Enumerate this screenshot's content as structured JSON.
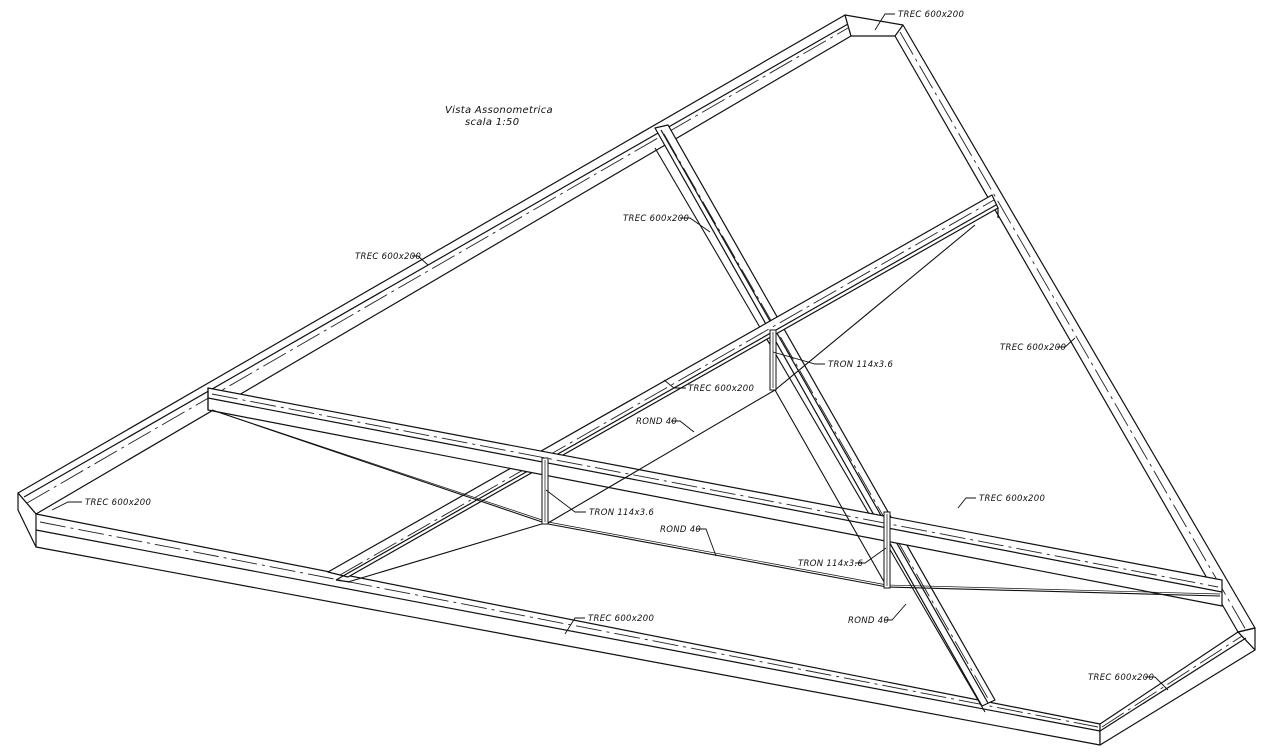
{
  "title": {
    "line1": "Vista Assonometrica",
    "line2": "scala 1:50"
  },
  "labels": {
    "trec_top": "TREC 600x200",
    "trec_upper_left": "TREC 600x200",
    "trec_diagonal": "TREC 600x200",
    "trec_right_edge": "TREC 600x200",
    "trec_middle": "TREC 600x200",
    "trec_left_end": "TREC 600x200",
    "trec_cross": "TREC 600x200",
    "trec_bottom": "TREC 600x200",
    "trec_bottom_right": "TREC 600x200",
    "tron_upper": "TRON 114x3.6",
    "tron_left": "TRON 114x3.6",
    "tron_right": "TRON 114x3.6",
    "rond_upper": "ROND 40",
    "rond_middle": "ROND 40",
    "rond_lower": "ROND 40"
  }
}
